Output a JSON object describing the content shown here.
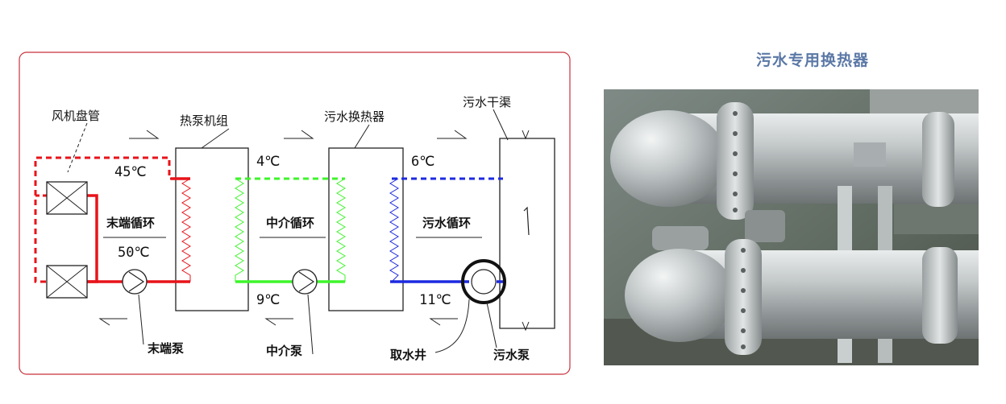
{
  "diagram": {
    "labels": {
      "fan_coil": "风机盘管",
      "heat_pump": "热泵机组",
      "sewage_exchanger": "污水换热器",
      "sewage_channel": "污水干渠",
      "terminal_loop": "末端循环",
      "intermediate_loop": "中介循环",
      "sewage_loop": "污水循环",
      "terminal_pump": "末端泵",
      "intermediate_pump": "中介泵",
      "intake_well": "取水井",
      "sewage_pump": "污水泵"
    },
    "temperatures": {
      "t45": "45℃",
      "t50": "50℃",
      "t4": "4℃",
      "t9": "9℃",
      "t6": "6℃",
      "t11": "11℃"
    },
    "colors": {
      "terminal": "#e8131a",
      "intermediate": "#3ef52b",
      "sewage": "#1d2ae0",
      "border": "#c8323c"
    }
  },
  "photo": {
    "title": "污水专用换热器"
  }
}
